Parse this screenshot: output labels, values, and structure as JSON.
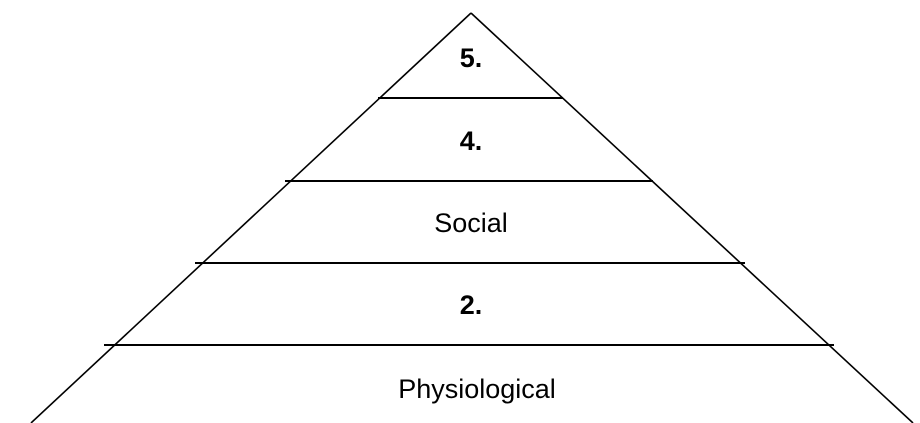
{
  "diagram": {
    "type": "pyramid",
    "colors": {
      "stroke": "#000000",
      "fill": "#ffffff",
      "text": "#000000"
    },
    "levels": [
      {
        "label": "5.",
        "bold": true
      },
      {
        "label": "4.",
        "bold": true
      },
      {
        "label": "Social",
        "bold": false
      },
      {
        "label": "2.",
        "bold": true
      },
      {
        "label": "Physiological",
        "bold": false
      }
    ]
  }
}
